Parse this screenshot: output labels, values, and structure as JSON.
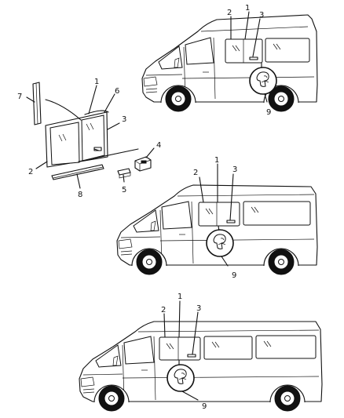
{
  "callouts": {
    "c1": "1",
    "c2": "2",
    "c3": "3",
    "c4": "4",
    "c5": "5",
    "c6": "6",
    "c7": "7",
    "c8": "8",
    "c9": "9"
  },
  "icons": {
    "badge": "hand-symbol-icon"
  }
}
